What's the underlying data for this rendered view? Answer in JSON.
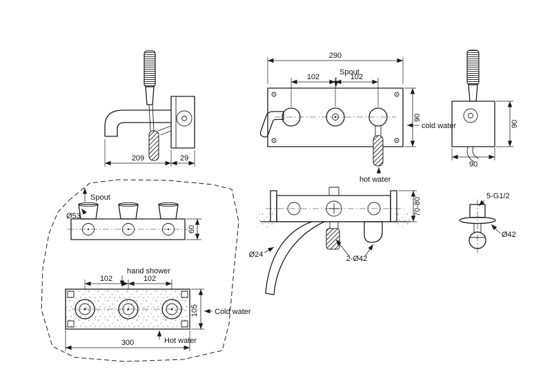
{
  "views": {
    "sideView": {
      "dims": {
        "spoutLength": "209",
        "plateDepth": "29"
      }
    },
    "frontView": {
      "labels": {
        "spout": "Spout",
        "coldWater": "cold water",
        "hotWater": "hot water"
      },
      "dims": {
        "plateWidth": "290",
        "holeSpacingLeft": "102",
        "holeSpacingRight": "102",
        "plateHeight": "90"
      }
    },
    "handShowerView": {
      "dims": {
        "plateHeight": "90",
        "plateWidth": "90"
      }
    },
    "sectionView": {
      "dims": {
        "embedDepth": "70-80",
        "spoutDiameter": "Ø24",
        "holeNote": "2-Ø42"
      }
    },
    "outletDetail": {
      "labels": {
        "threadNote": "5-G1/2",
        "flangeDiameter": "Ø42"
      }
    },
    "roughIn": {
      "labels": {
        "spout": "Spout",
        "handShower": "hand shower",
        "coldWater": "Cold water",
        "hotWater": "Hot water"
      },
      "dims": {
        "spoutDiameter": "Ø53",
        "bodyHeight": "60",
        "holeSpacingLeft": "102",
        "holeSpacingRight": "102",
        "plateHeight": "105",
        "plateWidth": "300"
      }
    }
  }
}
